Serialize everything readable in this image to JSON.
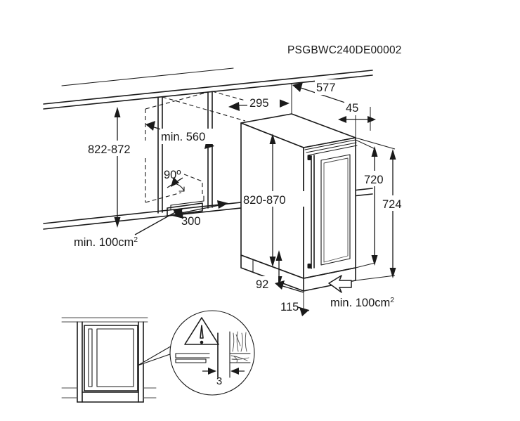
{
  "drawing": {
    "title": "PSGBWC240DE00002",
    "background_color": "#ffffff",
    "line_color": "#1a1a1a"
  },
  "dimensions": {
    "niche_height": "822-872",
    "niche_depth_min": "min. 560",
    "hinge_angle": "90º",
    "toe_vent_depth": "300",
    "vent_area_top": "min. 100cm",
    "vent_area_top_sup": "2",
    "appliance_top_offset": "295",
    "appliance_depth": "577",
    "door_offset": "45",
    "appliance_height": "820-870",
    "door_height": "720",
    "door_height_outer": "724",
    "plinth_height": "92",
    "plinth_depth": "115",
    "vent_area_bottom": "min. 100cm",
    "vent_area_bottom_sup": "2",
    "panel_gap": "3"
  },
  "detail_callout": {
    "warning_symbol": "warning-triangle-icon",
    "gap_label": "3"
  },
  "icons": {
    "airflow_arrow": "airflow-arrow-icon",
    "warning_triangle": "warning-triangle-icon",
    "wood_grain": "wood-grain-icon"
  }
}
